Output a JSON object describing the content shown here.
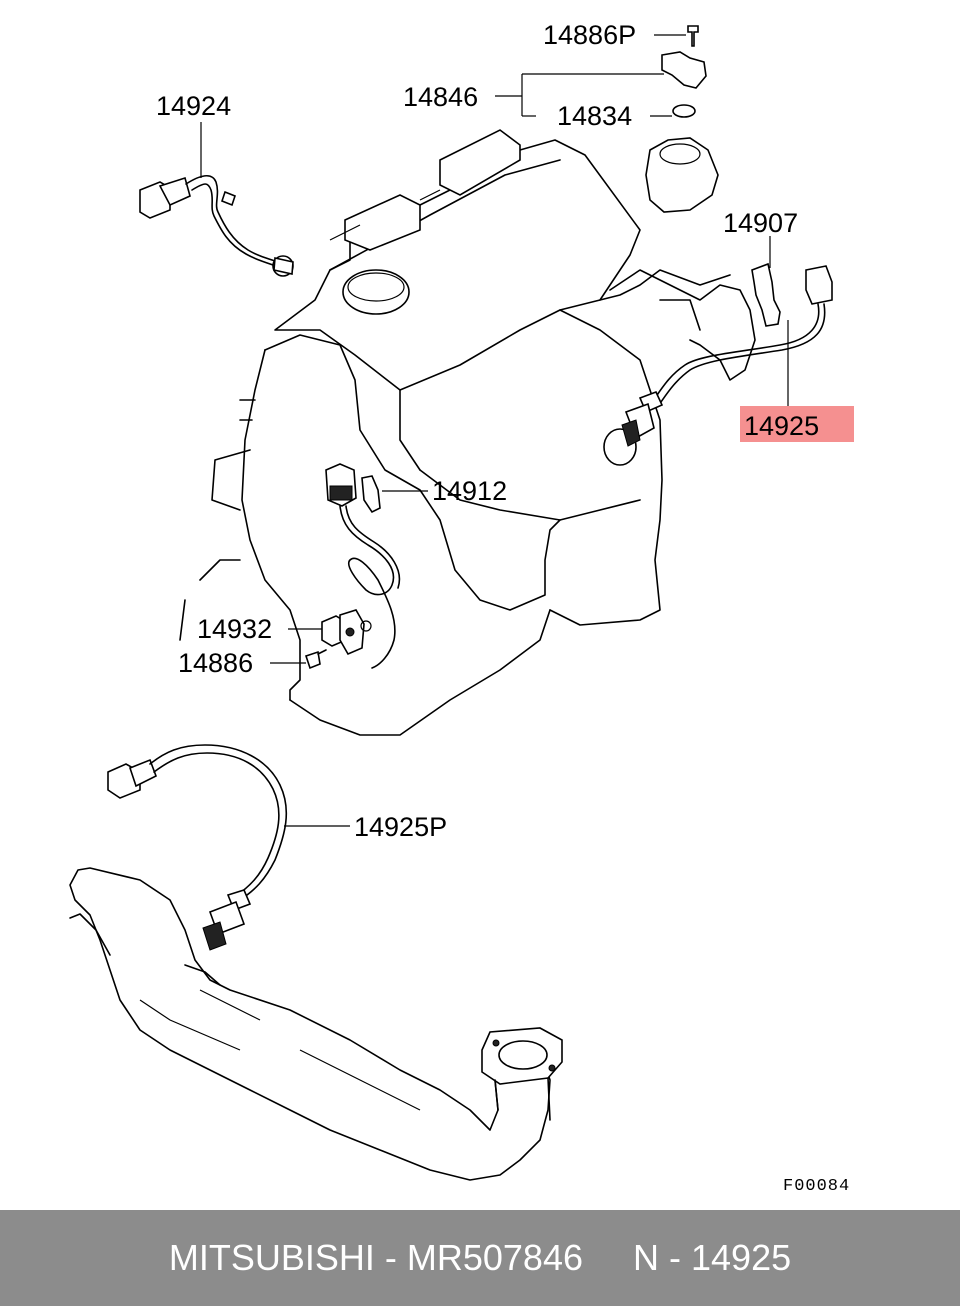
{
  "diagram": {
    "labels": {
      "p14886P": "14886P",
      "p14846": "14846",
      "p14834": "14834",
      "p14924": "14924",
      "p14907": "14907",
      "p14925": "14925",
      "p14912": "14912",
      "p14932": "14932",
      "p14886": "14886",
      "p14925P": "14925P"
    },
    "highlighted_part": "14925",
    "highlight_color": "#f26b6b",
    "figure_code": "F00084"
  },
  "footer": {
    "text": "MITSUBISHI - MR507846     N - 14925",
    "background": "#8c8c8c",
    "color": "#ffffff"
  }
}
